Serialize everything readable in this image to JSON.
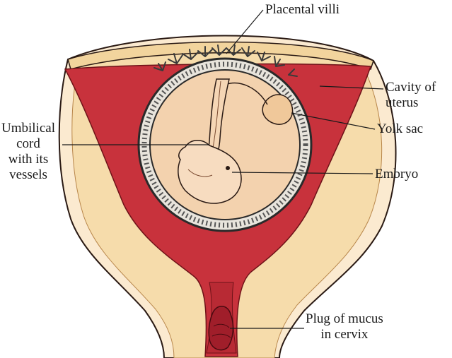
{
  "labels": {
    "placental_villi": "Placental villi",
    "cavity_of_uterus": [
      "Cavity of",
      "uterus"
    ],
    "yolk_sac": "Yolk sac",
    "umbilical_cord": [
      "Umbilical",
      "cord",
      "with its",
      "vessels"
    ],
    "embryo": "Embryo",
    "plug_of_mucus": [
      "Plug of mucus",
      "in cervix"
    ]
  },
  "colors": {
    "uterine_wall": "#f6dcab",
    "outer_wall": "#fbead0",
    "decidua": "#c8323c",
    "amniotic_fluid": "#f3d2ae",
    "embryo": "#f7dcc0",
    "outline": "#2a1a14",
    "villi": "#3a3a3a"
  }
}
